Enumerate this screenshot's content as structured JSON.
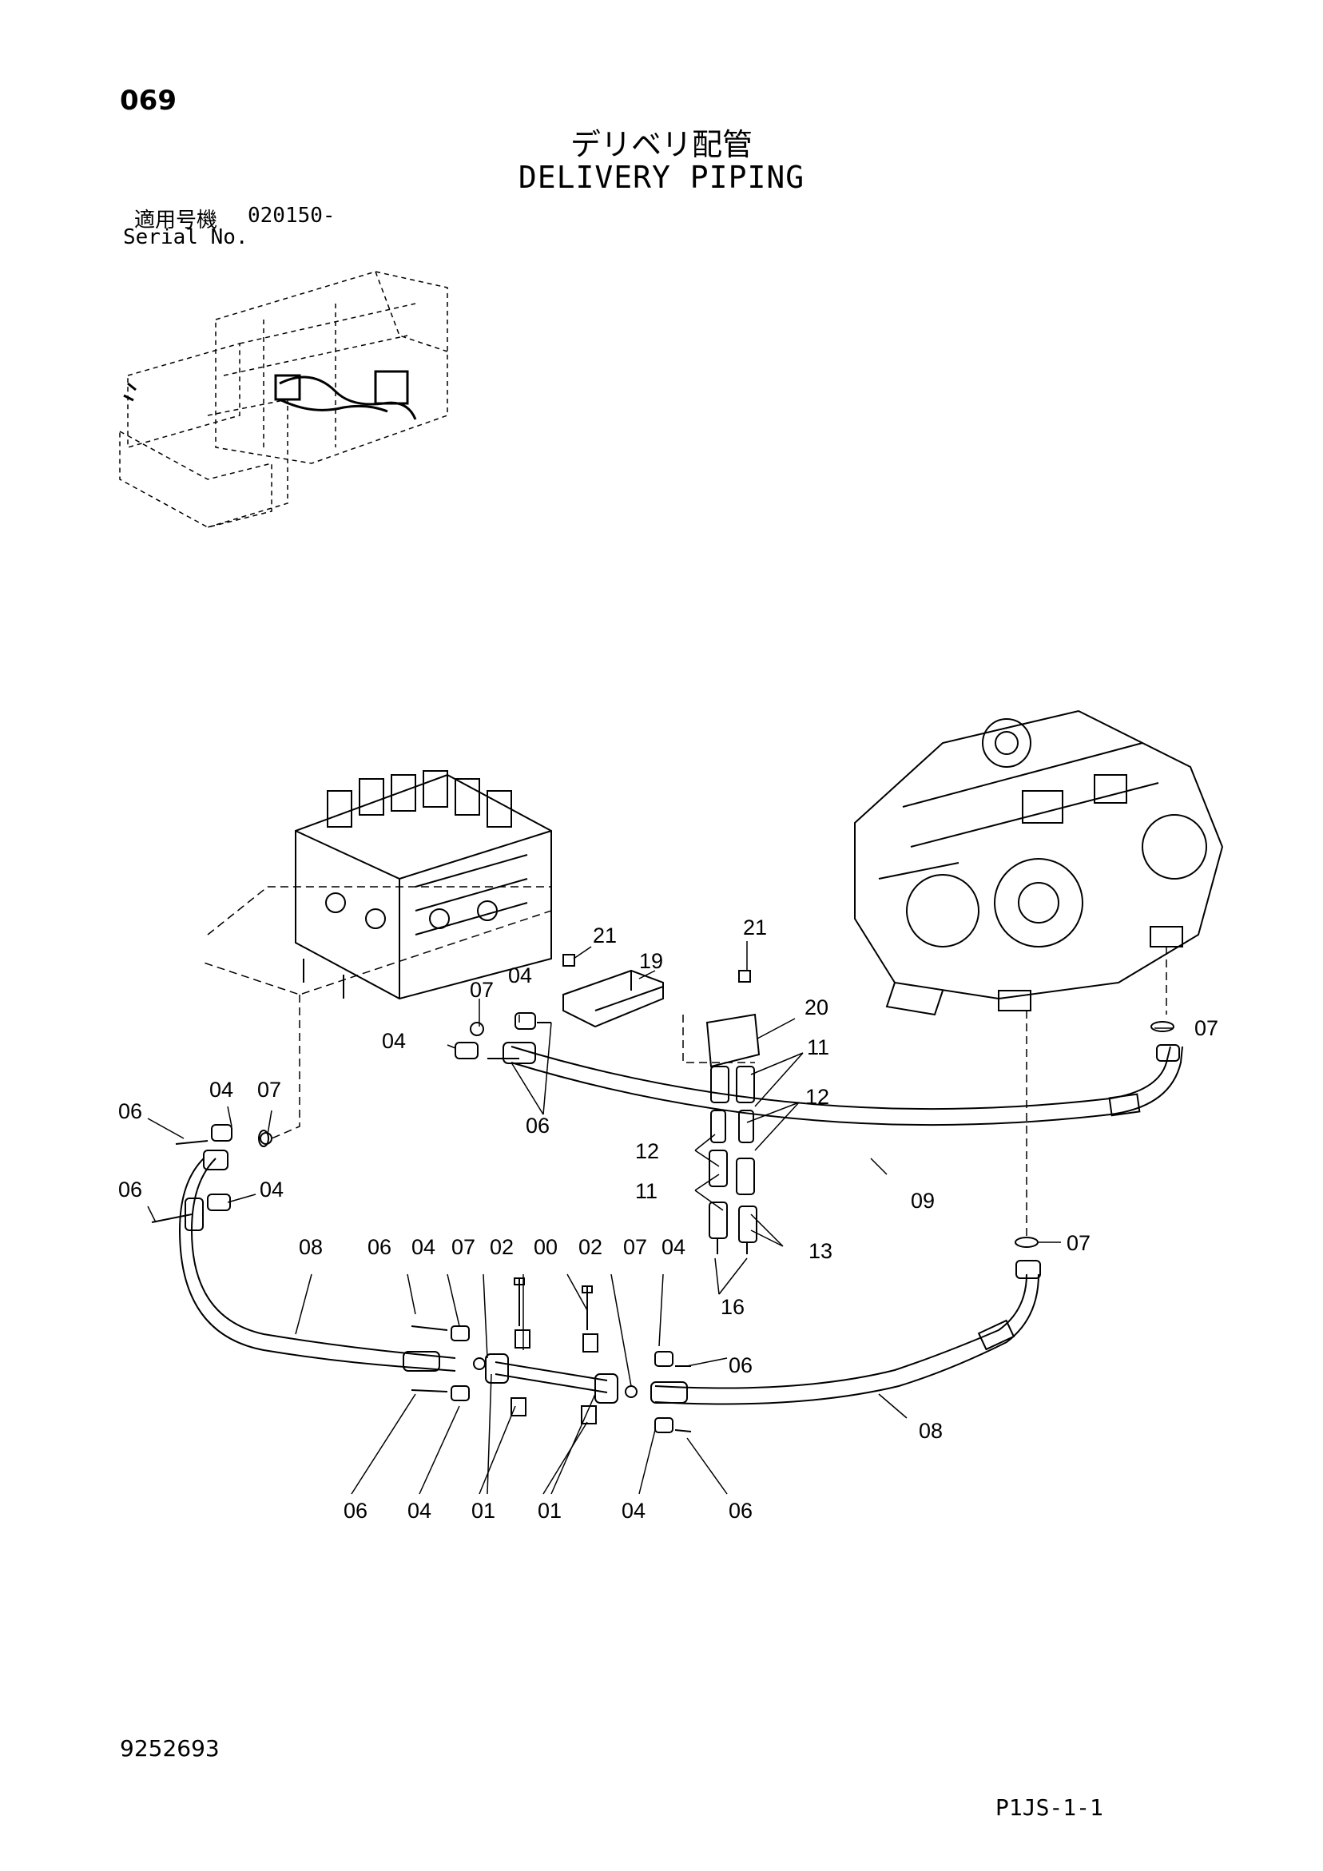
{
  "header": {
    "page_number": "069",
    "title_jp": "デリベリ配管",
    "title_en": "DELIVERY PIPING",
    "serial_label_jp": "適用号機",
    "serial_value": "020150-",
    "serial_label_en": "Serial No."
  },
  "footer": {
    "document_number": "9252693",
    "sheet_ref": "P1JS-1-1"
  },
  "callouts": {
    "c21a": "21",
    "c21b": "21",
    "c19": "19",
    "c07a": "07",
    "c04a": "04",
    "c04b": "04",
    "c20": "20",
    "c11a": "11",
    "c06a": "06",
    "c12a": "12",
    "c12b": "12",
    "c11b": "11",
    "c09": "09",
    "c07b": "07",
    "c06b": "06",
    "c04c": "04",
    "c07c": "07",
    "c06c": "06",
    "c04d": "04",
    "c08a": "08",
    "c06d": "06",
    "c04e": "04",
    "c07d": "07",
    "c02a": "02",
    "c00": "00",
    "c02b": "02",
    "c07e": "07",
    "c04f": "04",
    "c13": "13",
    "c16": "16",
    "c07f": "07",
    "c06e": "06",
    "c08b": "08",
    "c06f": "06",
    "c04g": "04",
    "c01a": "01",
    "c01b": "01",
    "c04h": "04",
    "c06g": "06"
  }
}
